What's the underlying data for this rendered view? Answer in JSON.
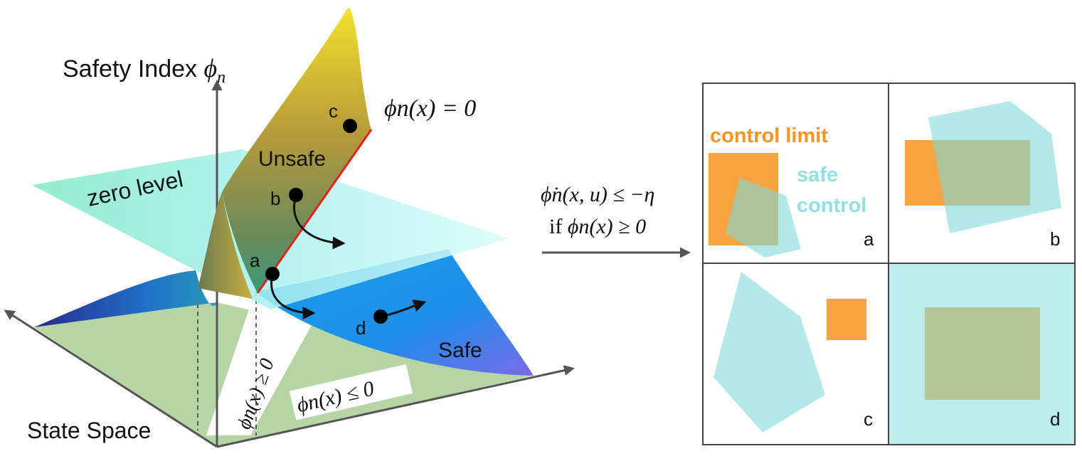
{
  "surface": {
    "axis_label_prefix": "Safety Index ",
    "axis_label_symbol": "ϕ",
    "axis_label_sub": "n",
    "state_space_label": "State Space",
    "zero_level_label": "zero level",
    "unsafe_label": "Unsafe",
    "safe_label": "Safe",
    "boundary_eq": "ϕn(x) = 0",
    "region_ge": "ϕn(x) ≥ 0",
    "region_le": "ϕn(x) ≤ 0",
    "points": [
      "a",
      "b",
      "c",
      "d"
    ]
  },
  "condition": {
    "line1": "ϕ̇n(x, u) ≤ −η",
    "line2_if": "if ",
    "line2_expr": "ϕn(x) ≥ 0"
  },
  "panels": {
    "control_limit_label": "control limit",
    "safe_control_label_1": "safe",
    "safe_control_label_2": "control",
    "labels": [
      "a",
      "b",
      "c",
      "d"
    ]
  },
  "colors": {
    "control_limit": "#f7931e",
    "safe_control": "#7fd8d8",
    "overlap": "#b8c49a",
    "unsafe_red": "#e2231a",
    "axis": "#555555"
  }
}
